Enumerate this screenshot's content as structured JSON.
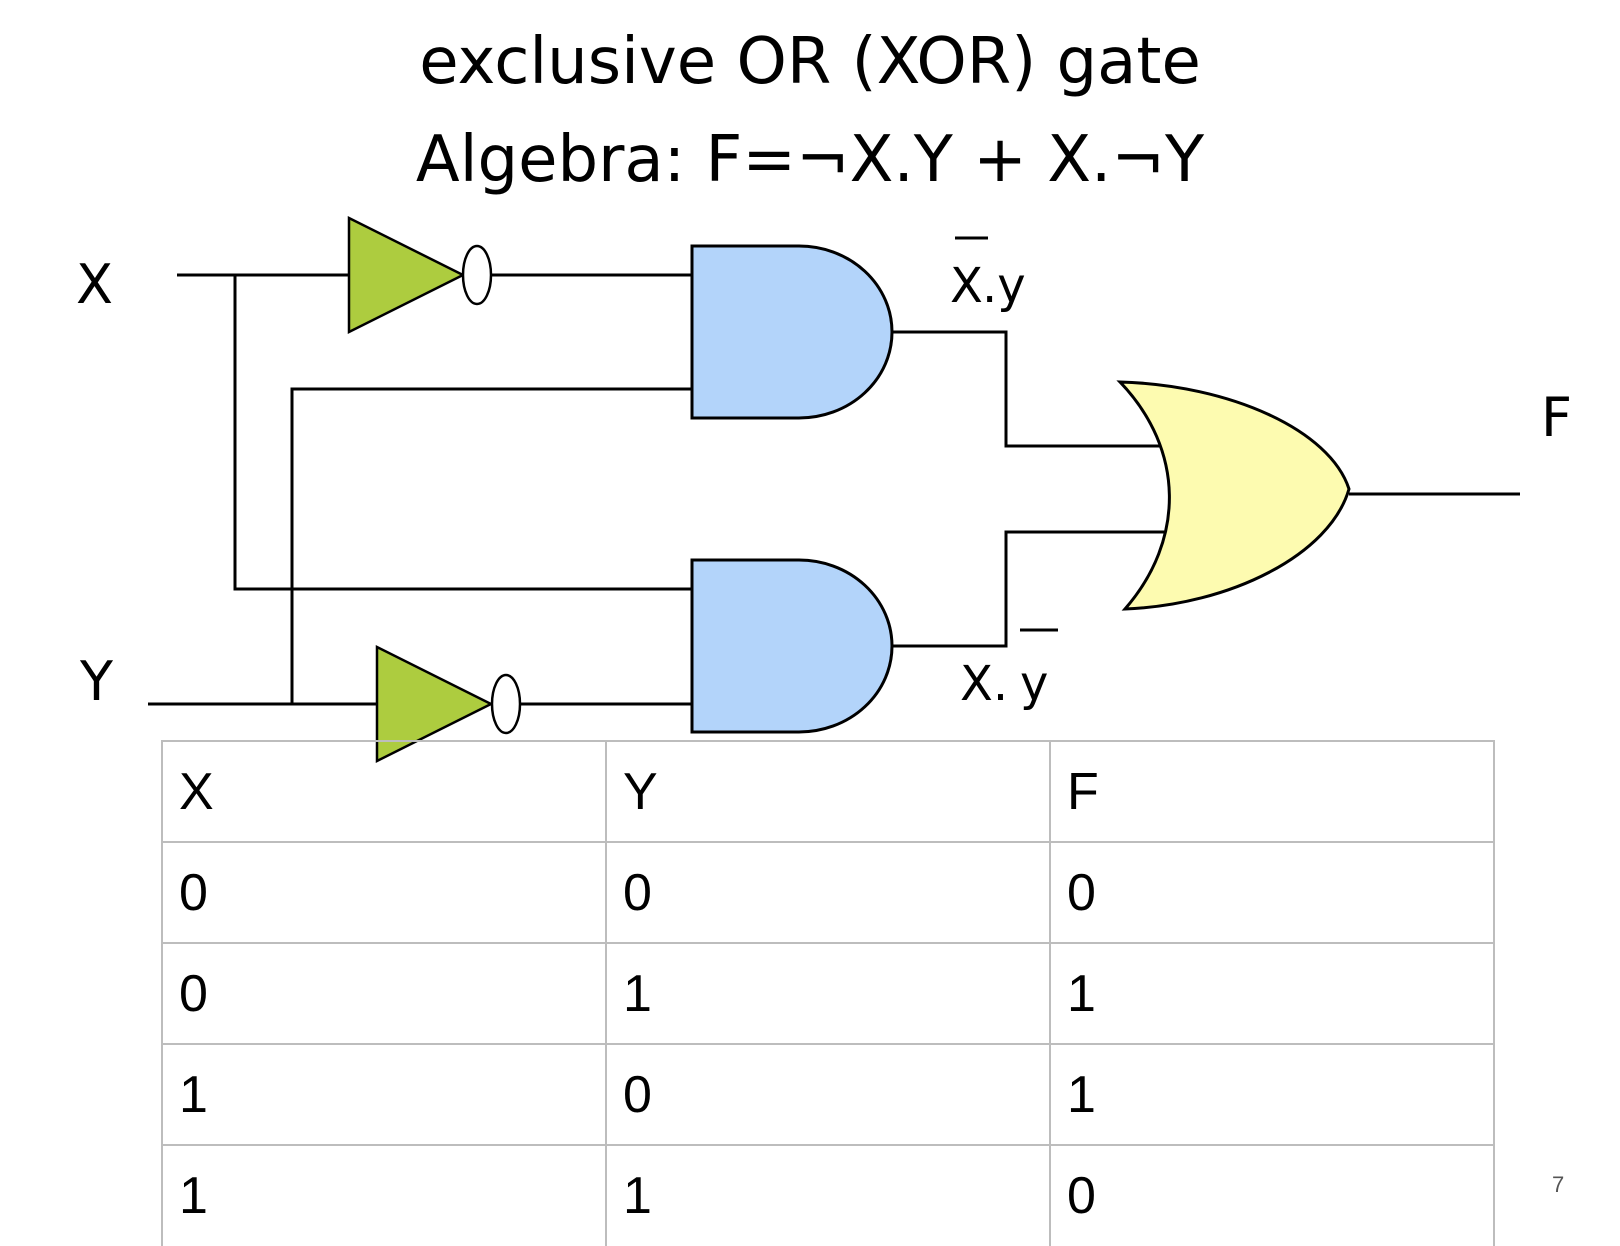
{
  "title": {
    "line1": "exclusive OR (XOR) gate",
    "line2": "Algebra: F=¬X.Y + X.¬Y"
  },
  "circuit": {
    "input_x": "X",
    "input_y": "Y",
    "output_f": "F",
    "and_top_term": {
      "left": "X",
      "right": ".y"
    },
    "and_bottom_term": {
      "left": "X.",
      "right": "y"
    },
    "colors": {
      "not_gate": "#adcc3f",
      "and_gate": "#b3d4fa",
      "or_gate": "#fdfbb0",
      "wire": "#000000"
    }
  },
  "truth_table": {
    "headers": [
      "X",
      "Y",
      "F"
    ],
    "rows": [
      [
        "0",
        "0",
        "0"
      ],
      [
        "0",
        "1",
        "1"
      ],
      [
        "1",
        "0",
        "1"
      ],
      [
        "1",
        "1",
        "0"
      ]
    ]
  },
  "page_number": "7"
}
